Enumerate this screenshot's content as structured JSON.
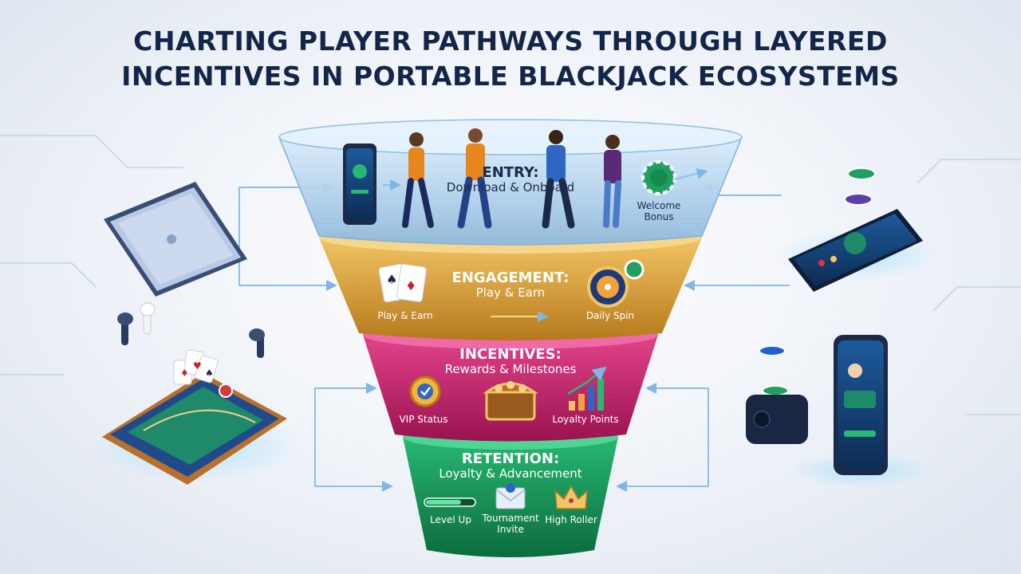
{
  "title": {
    "line1": "CHARTING PLAYER PATHWAYS THROUGH LAYERED",
    "line2": "INCENTIVES IN PORTABLE BLACKJACK ECOSYSTEMS"
  },
  "funnel": {
    "entry": {
      "heading": "ENTRY:",
      "subtitle": "Download & Onboard",
      "bonus_line1": "Welcome",
      "bonus_line2": "Bonus",
      "color": "#a9cbe8"
    },
    "engagement": {
      "heading": "ENGAGEMENT:",
      "subtitle": "Play & Earn",
      "item_left": "Play & Earn",
      "item_right": "Daily Spin",
      "color": "#d9a23a"
    },
    "incentives": {
      "heading": "INCENTIVES:",
      "subtitle": "Rewards & Milestones",
      "item_left": "VIP Status",
      "item_right": "Loyalty Points",
      "color": "#c62a6e"
    },
    "retention": {
      "heading": "RETENTION:",
      "subtitle": "Loyalty & Advancement",
      "item_left": "Level Up",
      "item_mid_line1": "Tournament",
      "item_mid_line2": "Invite",
      "item_right": "High Roller",
      "color": "#1a9a5e"
    }
  }
}
